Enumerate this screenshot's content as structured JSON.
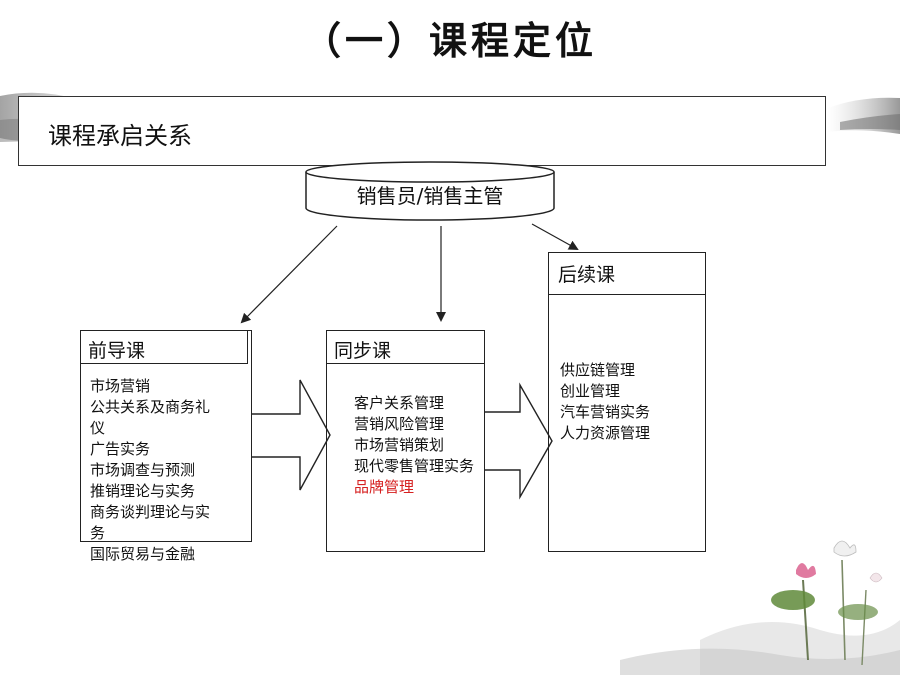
{
  "title": "（一）课程定位",
  "banner": {
    "label": "课程承启关系"
  },
  "role": {
    "label": "销售员/销售主管"
  },
  "pre": {
    "heading": "前导课",
    "items": [
      "市场营销",
      "公共关系及商务礼",
      "仪",
      "广告实务",
      "市场调查与预测",
      "推销理论与实务",
      "商务谈判理论与实",
      "务",
      "国际贸易与金融"
    ]
  },
  "sync": {
    "heading": "同步课",
    "items": [
      "客户关系管理",
      "营销风险管理",
      "市场营销策划",
      "现代零售管理实务"
    ],
    "highlight": "品牌管理"
  },
  "post": {
    "heading": "后续课",
    "items": [
      "供应链管理",
      "创业管理",
      "汽车营销实务",
      "人力资源管理"
    ]
  },
  "colors": {
    "highlight": "#d62020",
    "stroke": "#222222"
  }
}
